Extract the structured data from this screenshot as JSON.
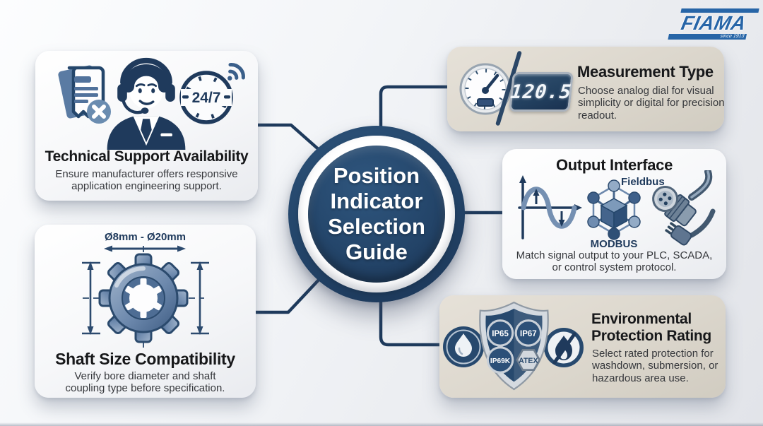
{
  "brand": {
    "name": "FIAMA",
    "tagline": "since 1913"
  },
  "center": {
    "line1": "Position",
    "line2": "Indicator",
    "line3": "Selection",
    "line4": "Guide"
  },
  "cards": {
    "technical_support": {
      "title": "Technical Support Availability",
      "description": "Ensure manufacturer offers responsive application engineering support.",
      "badge": "24/7"
    },
    "shaft_size": {
      "title": "Shaft Size Compatibility",
      "description": "Verify bore diameter and shaft coupling type before specification.",
      "dimension": "Ø8mm - Ø20mm"
    },
    "measurement": {
      "title": "Measurement Type",
      "description": "Choose analog dial for visual simplicity or digital for precision readout.",
      "readout": "120.5"
    },
    "output": {
      "title": "Output Interface",
      "description": "Match signal output to your PLC, SCADA, or control system protocol.",
      "fieldbus_label": "Fieldbus",
      "modbus_label": "MODBUS"
    },
    "environment": {
      "title": "Environmental Protection Rating",
      "description": "Select rated protection for washdown, submersion, or hazardous area use.",
      "ratings": [
        "IP65",
        "IP67",
        "IP69K",
        "ATEX"
      ]
    }
  },
  "icons": {
    "hub": "selection-guide-hub",
    "technical_support": [
      "document-x-icon",
      "support-agent-headset-icon",
      "24-7-clock-icon",
      "wifi-signal-icon"
    ],
    "shaft_size": [
      "gear-icon",
      "dimension-arrows-icon"
    ],
    "measurement": [
      "analog-gauge-icon",
      "digital-display-icon",
      "divider-slash-icon"
    ],
    "output": [
      "sine-wave-icon",
      "fieldbus-network-icon",
      "connector-plug-icon"
    ],
    "environment": [
      "water-drop-icon",
      "protection-shield-icon",
      "flame-icon"
    ]
  },
  "colors": {
    "navy": "#1f3a5c",
    "steel_blue": "#6f8cb0",
    "beige_card": "#dcd7cd",
    "white_card": "#fafbfc",
    "logo_blue": "#2765a7",
    "background": "#eef0f3"
  }
}
